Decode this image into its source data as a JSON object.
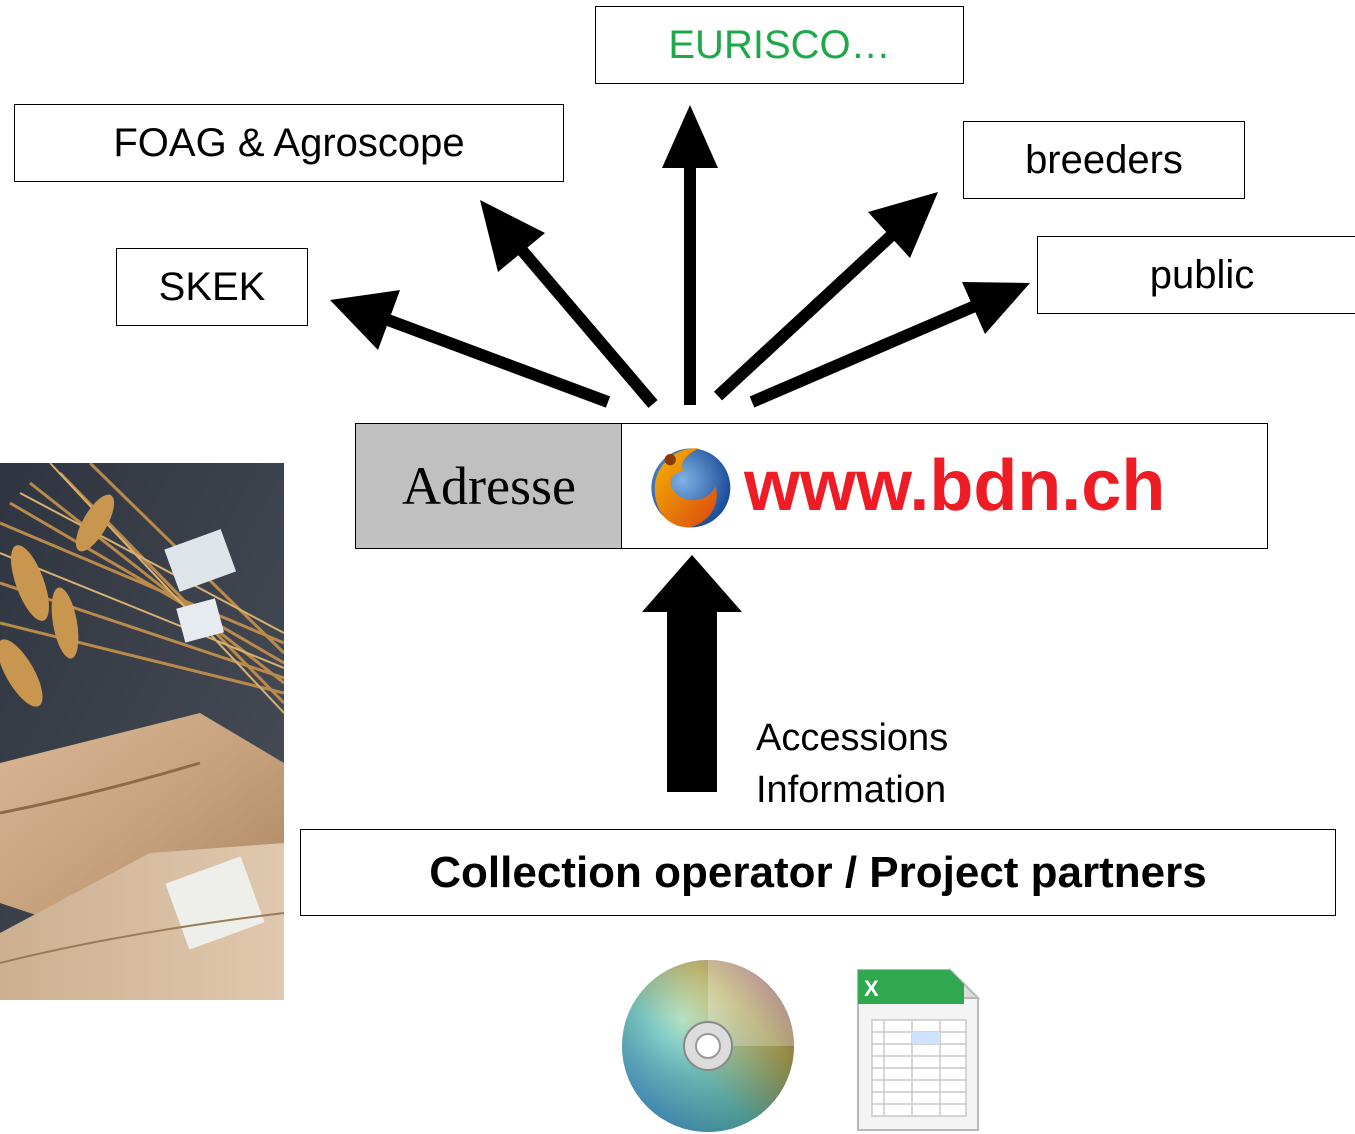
{
  "targets": {
    "eurisco": "EURISCO…",
    "foag": "FOAG & Agroscope",
    "breeders": "breeders",
    "skek": "SKEK",
    "public": "public"
  },
  "address_bar": {
    "label": "Adresse",
    "url": "www.bdn.ch"
  },
  "upload_label": {
    "line1": "Accessions",
    "line2": "Information"
  },
  "source_box": "Collection operator / Project partners",
  "colors": {
    "eurisco_text": "#1ea84a",
    "url_text": "#ee1c25",
    "address_label_bg": "#c0c0c0"
  },
  "icons": [
    "firefox-browser-icon",
    "cd-disc-icon",
    "spreadsheet-file-icon",
    "wheat-seed-bags-photo"
  ]
}
